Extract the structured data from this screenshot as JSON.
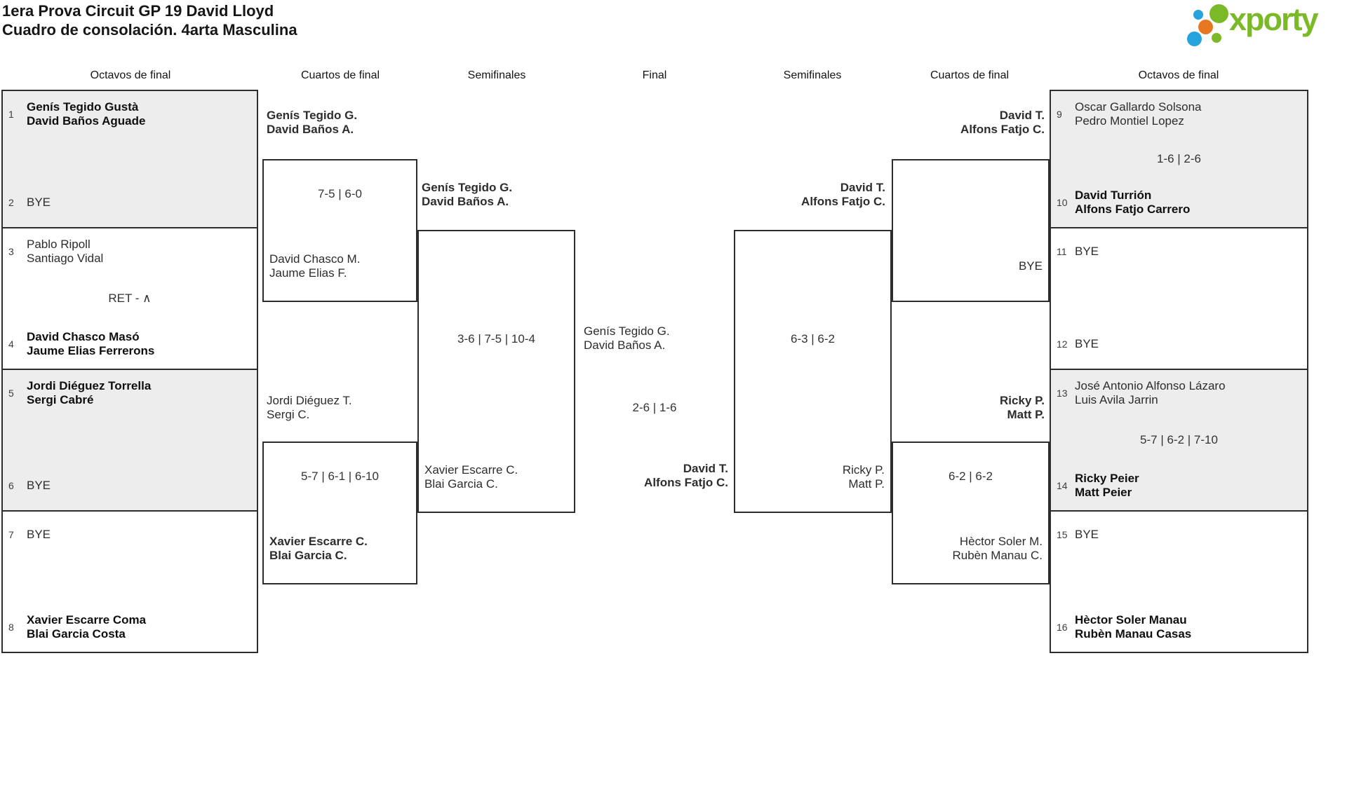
{
  "title": {
    "line1": "1era Prova Circuit GP 19 David Lloyd",
    "line2": "Cuadro de consolación. 4arta Masculina"
  },
  "logo": {
    "text": "xporty"
  },
  "colors": {
    "box_gray": "#ededed",
    "border": "#2d2d2d",
    "logo_green": "#7cb928",
    "logo_blue": "#25a3dc",
    "logo_orange": "#e87722"
  },
  "headers": [
    "Octavos de final",
    "Cuartos de final",
    "Semifinales",
    "Final",
    "Semifinales",
    "Cuartos de final",
    "Octavos de final"
  ],
  "octavos_left": [
    {
      "seed_a": "1",
      "team_a": "Genís Tegido Gustà\nDavid Baños Aguade",
      "seed_b": "2",
      "team_b": "BYE",
      "score": ""
    },
    {
      "seed_a": "3",
      "team_a": "Pablo Ripoll\nSantiago Vidal",
      "seed_b": "4",
      "team_b": "David Chasco Masó\nJaume Elias Ferrerons",
      "score": "RET - ∧"
    },
    {
      "seed_a": "5",
      "team_a": "Jordi Diéguez Torrella\nSergi Cabré",
      "seed_b": "6",
      "team_b": "BYE",
      "score": ""
    },
    {
      "seed_a": "7",
      "team_a": "BYE",
      "seed_b": "8",
      "team_b": "Xavier Escarre Coma\nBlai Garcia Costa",
      "score": ""
    }
  ],
  "octavos_right": [
    {
      "seed_a": "9",
      "team_a": "Oscar Gallardo Solsona\nPedro Montiel Lopez",
      "seed_b": "10",
      "team_b": "David Turrión\nAlfons Fatjo Carrero",
      "score": "1-6 | 2-6"
    },
    {
      "seed_a": "11",
      "team_a": "BYE",
      "seed_b": "12",
      "team_b": "BYE",
      "score": ""
    },
    {
      "seed_a": "13",
      "team_a": "José Antonio Alfonso Lázaro\nLuis Avila Jarrin",
      "seed_b": "14",
      "team_b": "Ricky Peier\nMatt Peier",
      "score": "5-7 | 6-2 | 7-10"
    },
    {
      "seed_a": "15",
      "team_a": "BYE",
      "seed_b": "16",
      "team_b": "Hèctor Soler Manau\nRubèn Manau Casas",
      "score": ""
    }
  ],
  "cuartos_left": [
    {
      "upper": "Genís Tegido G.\nDavid Baños A.",
      "score": "7-5 | 6-0",
      "lower": "David Chasco M.\nJaume Elias F."
    },
    {
      "upper": "Jordi Diéguez T.\nSergi C.",
      "score": "5-7 | 6-1 | 6-10",
      "lower": "Xavier Escarre C.\nBlai Garcia C."
    }
  ],
  "cuartos_right": [
    {
      "upper": "David T.\nAlfons Fatjo C.",
      "score": "",
      "lower": "BYE"
    },
    {
      "upper": "Ricky P.\nMatt P.",
      "score": "6-2 | 6-2",
      "lower": "Hèctor Soler M.\nRubèn Manau C."
    }
  ],
  "semis_left": {
    "upper": "Genís Tegido G.\nDavid Baños A.",
    "score": "3-6 | 7-5 | 10-4",
    "lower": "Xavier Escarre C.\nBlai Garcia C."
  },
  "semis_right": {
    "upper": "David T.\nAlfons Fatjo C.",
    "score": "6-3 | 6-2",
    "lower": "Ricky P.\nMatt P."
  },
  "final": {
    "upper": "Genís Tegido G.\nDavid Baños A.",
    "score": "2-6 | 1-6",
    "winner": "David T.\nAlfons Fatjo C."
  }
}
